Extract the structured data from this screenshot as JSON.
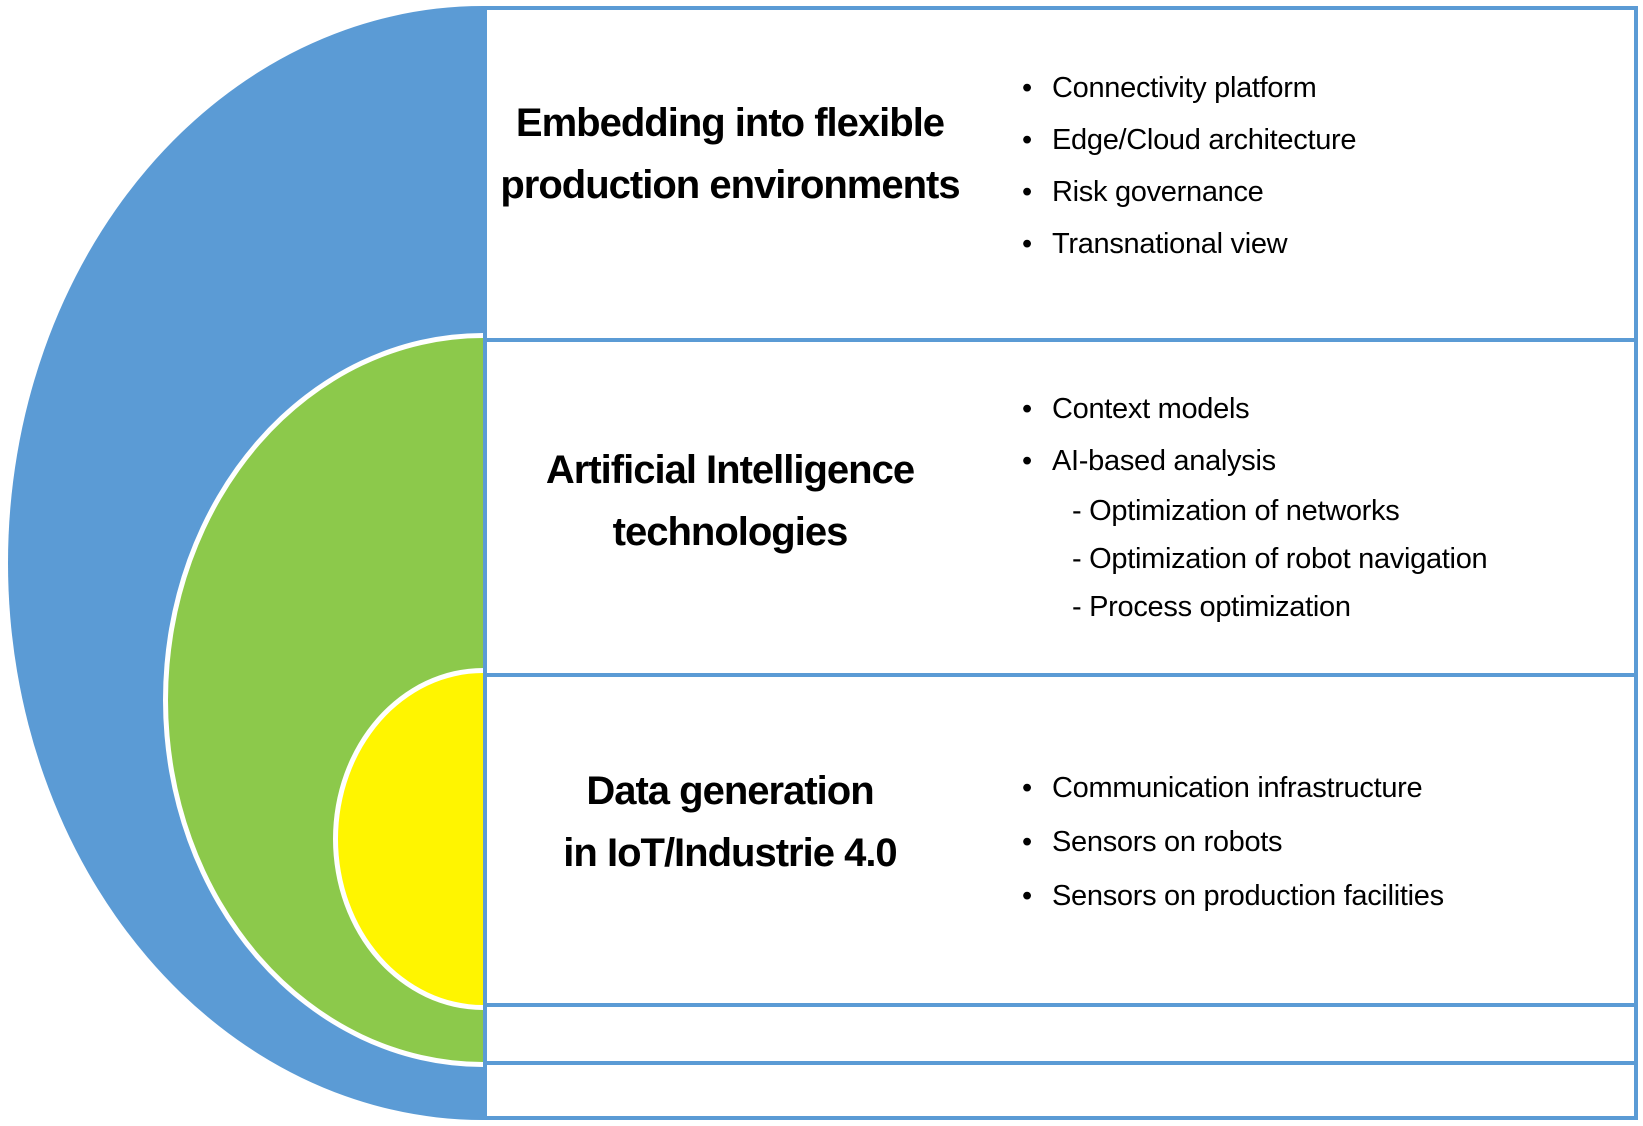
{
  "diagram": {
    "colors": {
      "embedding_layer": "#5B9BD5",
      "ai_layer": "#8CC94B",
      "data_generation_layer": "#FFF500",
      "band_border": "#5B9BD5"
    },
    "glyphs": {
      "bullet": "•"
    },
    "bands": [
      {
        "title_lines": [
          "Embedding into flexible",
          "production environments"
        ],
        "bullets": [
          "Connectivity platform",
          "Edge/Cloud architecture",
          "Risk governance",
          "Transnational view"
        ]
      },
      {
        "title_lines": [
          "Artificial Intelligence",
          "technologies"
        ],
        "bullets": [
          "Context models",
          "AI-based analysis"
        ],
        "sub_bullets": [
          "- Optimization of networks",
          "- Optimization of robot navigation",
          "- Process optimization"
        ]
      },
      {
        "title_lines": [
          "Data generation",
          "in IoT/Industrie 4.0"
        ],
        "bullets": [
          "Communication infrastructure",
          "Sensors on robots",
          "Sensors on production facilities"
        ]
      },
      {
        "title_lines": [],
        "bullets": []
      },
      {
        "title_lines": [],
        "bullets": []
      }
    ]
  }
}
